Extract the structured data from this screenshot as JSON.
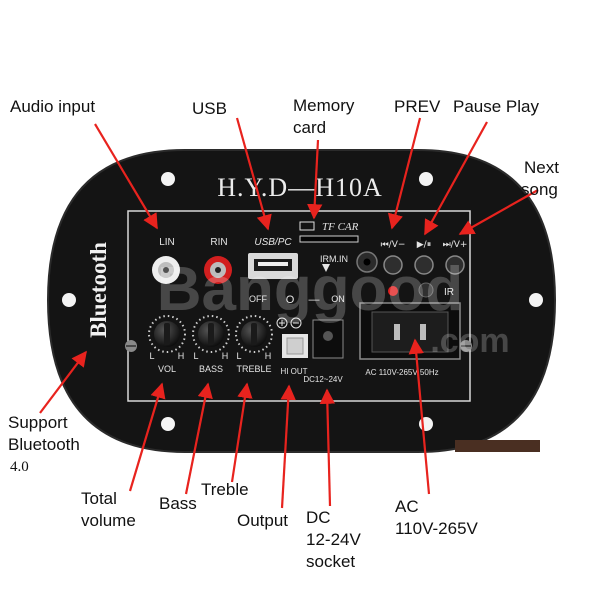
{
  "board": {
    "model": "H.Y.D—H10A",
    "side_label": "Bluetooth",
    "tf_label": "TF CAR",
    "usb_port": "USB/PC",
    "lin": "LIN",
    "rin": "RIN",
    "irm": "IRM.IN",
    "btn_prev": "⏮/V−",
    "btn_play": "▶/⏸",
    "btn_next": "⏭/V+",
    "ir": "IR",
    "switch_off": "OFF",
    "switch_o": "O",
    "switch_dash": "—",
    "switch_on": "ON",
    "knob_vol": "VOL",
    "knob_bass": "BASS",
    "knob_treble": "TREBLE",
    "knob_l": "L",
    "knob_h": "H",
    "hi_out": "HI OUT",
    "dc_label": "DC12~24V",
    "ac_label": "AC 110V-265V 50Hz",
    "watermark": "Banggood",
    "watermark_sub": ".com"
  },
  "callouts": {
    "audio_input": "Audio input",
    "usb": "USB",
    "memory_card_1": "Memory",
    "memory_card_2": "card",
    "prev": "PREV",
    "pause_play": "Pause Play",
    "next_song_1": "Next",
    "next_song_2": "song",
    "support_bt_1": "Support",
    "support_bt_2": "Bluetooth",
    "support_bt_3": "4.0",
    "total_volume_1": "Total",
    "total_volume_2": "volume",
    "bass": "Bass",
    "treble": "Treble",
    "output": "Output",
    "dc_1": "DC",
    "dc_2": "12-24V",
    "dc_3": "socket",
    "ac_1": "AC",
    "ac_2": "110V-265V"
  },
  "colors": {
    "board": "#141414",
    "panel_line": "#d8d8d8",
    "arrow": "#e8231e",
    "label": "#111111",
    "rca_red": "#d21f1f"
  }
}
